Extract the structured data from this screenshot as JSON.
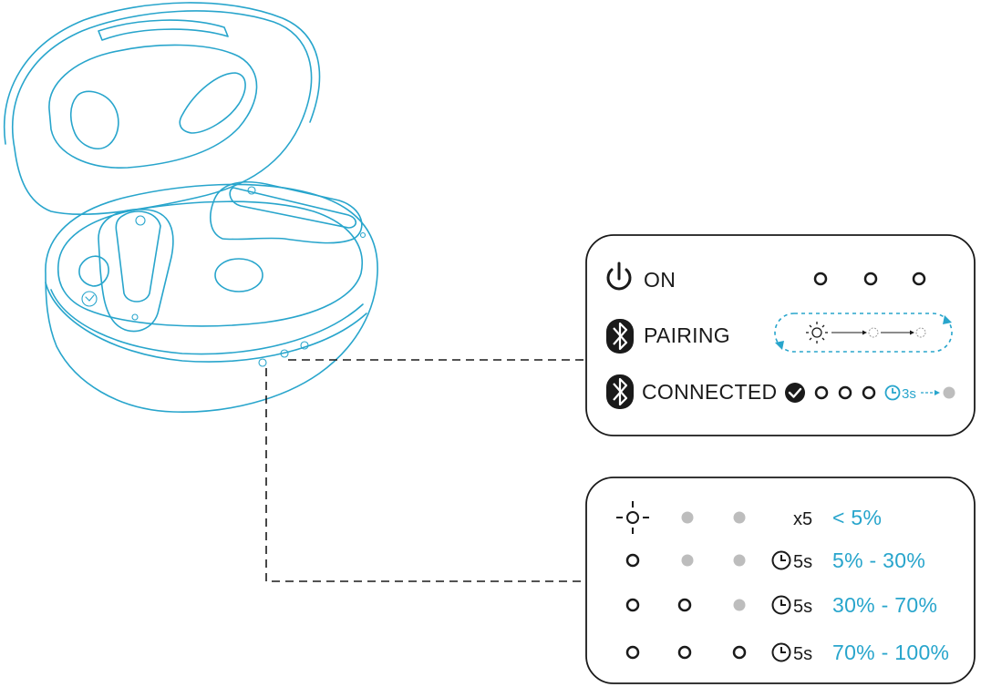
{
  "colors": {
    "accent": "#28a5cc",
    "ink": "#1a1a1a",
    "led_off": "#bdbdbd"
  },
  "status_panel": {
    "rows": [
      {
        "label": "ON",
        "icon": "power-icon"
      },
      {
        "label": "PAIRING",
        "icon": "bluetooth-icon"
      },
      {
        "label": "CONNECTED",
        "icon": "bluetooth-icon",
        "timer": "3s"
      }
    ]
  },
  "battery_panel": {
    "rows": [
      {
        "leds": [
          "blinking",
          "off",
          "off"
        ],
        "repeat": "x5",
        "range": "< 5%"
      },
      {
        "leds": [
          "on",
          "off",
          "off"
        ],
        "timer": "5s",
        "range": "5% - 30%"
      },
      {
        "leds": [
          "on",
          "on",
          "off"
        ],
        "timer": "5s",
        "range": "30% - 70%"
      },
      {
        "leds": [
          "on",
          "on",
          "on"
        ],
        "timer": "5s",
        "range": "70% - 100%"
      }
    ]
  }
}
